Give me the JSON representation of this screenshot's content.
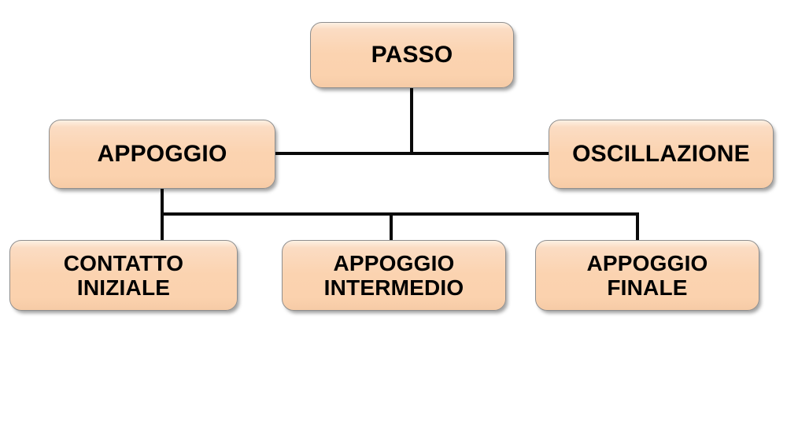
{
  "diagram": {
    "title": "PASSO",
    "type": "hierarchy-tree",
    "language": "it",
    "colors": {
      "node_fill": "#FBD5B5",
      "node_fill_highlight": "#FDF1E4",
      "node_border": "#8E8E8E",
      "connector": "#0A0A0A",
      "text": "#000000",
      "background": "#FFFFFF"
    },
    "nodes": [
      {
        "id": "passo",
        "label": "PASSO",
        "level": 0
      },
      {
        "id": "appoggio",
        "label": "APPOGGIO",
        "level": 1
      },
      {
        "id": "oscillazione",
        "label": "OSCILLAZIONE",
        "level": 1
      },
      {
        "id": "contatto",
        "label": "CONTATTO\nINIZIALE",
        "level": 2
      },
      {
        "id": "intermedio",
        "label": "APPOGGIO\nINTERMEDIO",
        "level": 2
      },
      {
        "id": "finale",
        "label": "APPOGGIO\nFINALE",
        "level": 2
      }
    ],
    "edges": [
      {
        "from": "passo",
        "to": "appoggio"
      },
      {
        "from": "passo",
        "to": "oscillazione"
      },
      {
        "from": "appoggio",
        "to": "contatto"
      },
      {
        "from": "appoggio",
        "to": "intermedio"
      },
      {
        "from": "appoggio",
        "to": "finale"
      }
    ]
  }
}
